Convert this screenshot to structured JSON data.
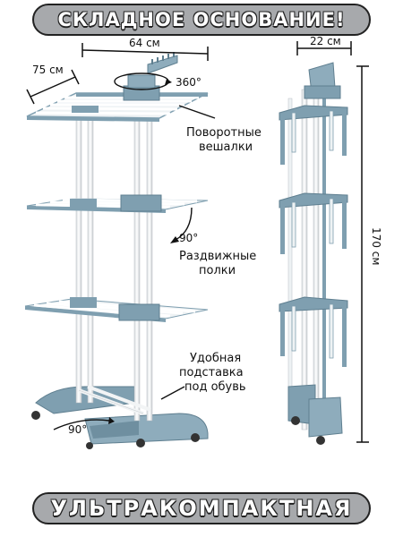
{
  "top_banner": "СКЛАДНОЕ ОСНОВАНИЕ!",
  "bottom_banner": "УЛЬТРАКОМПАКТНАЯ",
  "dimensions": {
    "width": "64 см",
    "depth": "75 см",
    "folded_depth": "22 см",
    "height": "170 см"
  },
  "angles": {
    "rotation": "360°",
    "shelf_fold": "90°",
    "base_fold": "90°"
  },
  "features": {
    "rotating_hangers": [
      "Поворотные",
      "вешалки"
    ],
    "extendable_shelves": [
      "Раздвижные",
      "полки"
    ],
    "shoe_stand": [
      "Удобная",
      "подставка",
      "под обувь"
    ]
  },
  "colors": {
    "frame_blue": "#7f9fb0",
    "frame_blue_dark": "#5f7f90",
    "rail_white": "#f2f4f5",
    "banner_fill": "#a7a9ac"
  }
}
